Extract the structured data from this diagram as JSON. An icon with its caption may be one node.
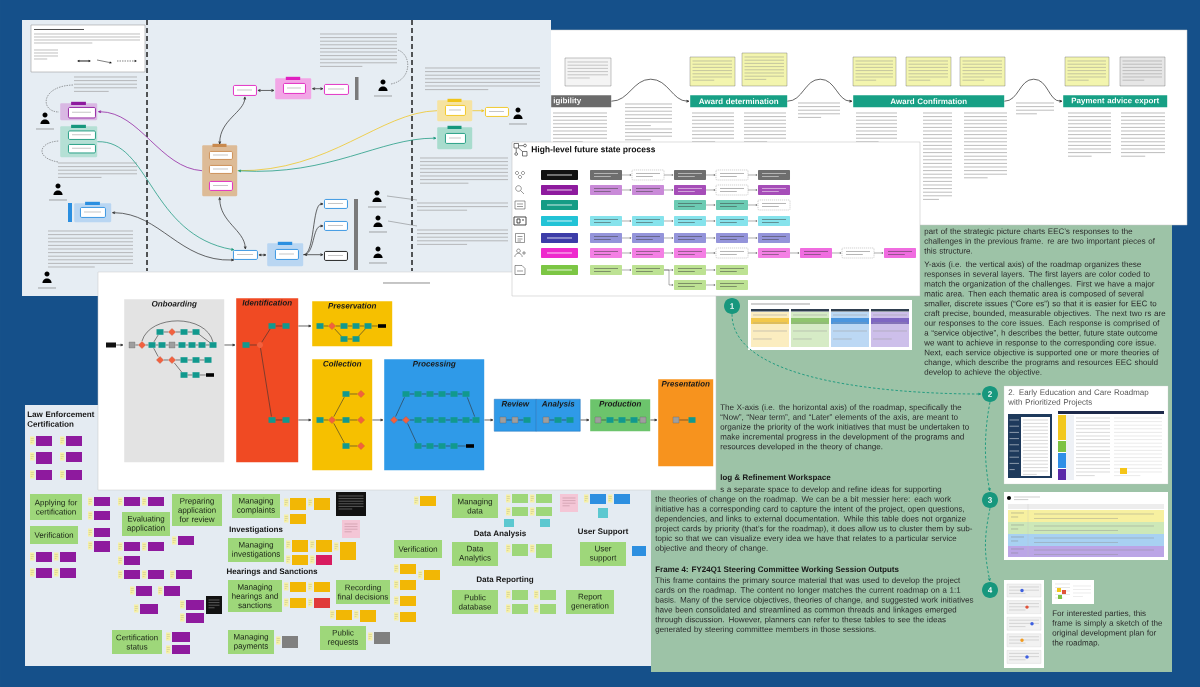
{
  "diagram": {
    "nodes": [
      {
        "text": [
          "igibility"
        ]
      },
      {
        "text": [
          "Award determination"
        ]
      },
      {
        "text": [
          "Award Confirmation"
        ]
      },
      {
        "text": [
          "Payment advice export"
        ]
      },
      {
        "text": [],
        "shape": "box"
      },
      {
        "text": [
          "Onboarding"
        ]
      },
      {
        "text": [
          "Identification"
        ]
      },
      {
        "text": [
          "Preservation"
        ]
      },
      {
        "text": [
          "Collection"
        ]
      },
      {
        "text": [
          "Processing"
        ]
      },
      {
        "text": [
          "Review"
        ]
      },
      {
        "text": [
          "Analysis"
        ]
      },
      {
        "text": [
          "Production"
        ]
      },
      {
        "text": [
          "Presentation"
        ]
      },
      {
        "text": [
          "Applying for certification"
        ]
      },
      {
        "text": [
          "Verification"
        ]
      },
      {
        "text": [
          "Preparing application for review"
        ]
      },
      {
        "text": [
          "Evaluating application"
        ]
      },
      {
        "text": [
          "Certification status"
        ]
      },
      {
        "text": [
          "Managing complaints"
        ]
      },
      {
        "text": [
          "Managing investigations"
        ]
      },
      {
        "text": [
          "Managing hearings and sanctions"
        ]
      },
      {
        "text": [
          "Recording final decisions"
        ]
      },
      {
        "text": [
          "Managing payments"
        ]
      },
      {
        "text": [
          "Public requests"
        ]
      },
      {
        "text": [
          "Verification"
        ]
      },
      {
        "text": [
          "Managing data"
        ]
      },
      {
        "text": [
          "Data Analytics"
        ]
      },
      {
        "text": [
          "Public database"
        ]
      },
      {
        "text": [
          "Report generation"
        ]
      },
      {
        "text": [
          "User support"
        ]
      },
      {
        "text": [
          "1"
        ]
      },
      {
        "text": [
          "2"
        ]
      },
      {
        "text": [
          "3"
        ]
      },
      {
        "text": [
          "4"
        ]
      },
      {
        "text": [],
        "shape": "box"
      },
      {
        "text": [],
        "shape": "box",
        "in": 35
      },
      {
        "text": [],
        "shape": "box"
      },
      {
        "text": [],
        "shape": "box",
        "in": 37
      },
      {
        "text": [],
        "shape": "box",
        "in": 37
      },
      {
        "text": [],
        "shape": "box"
      },
      {
        "text": [],
        "shape": "box",
        "in": 40
      },
      {
        "text": [],
        "shape": "box"
      },
      {
        "text": [],
        "shape": "box"
      },
      {
        "text": [],
        "shape": "box",
        "in": 43
      },
      {
        "text": [],
        "shape": "box"
      },
      {
        "text": [],
        "shape": "box"
      },
      {
        "text": [],
        "shape": "box",
        "in": 46
      },
      {
        "text": [],
        "shape": "box",
        "in": 46
      },
      {
        "text": [],
        "shape": "box",
        "in": 46
      },
      {
        "text": [],
        "shape": "box"
      },
      {
        "text": [],
        "shape": "box"
      },
      {
        "text": [],
        "shape": "box",
        "in": 51
      },
      {
        "text": [],
        "shape": "box"
      },
      {
        "text": [],
        "shape": "box"
      },
      {
        "text": [],
        "shape": "box"
      },
      {
        "text": [],
        "shape": "box"
      },
      {
        "text": [],
        "shape": "box",
        "in": 56
      },
      {
        "text": [],
        "shape": "box"
      },
      {
        "text": [],
        "shape": "box",
        "in": 58
      },
      {
        "text": [],
        "shape": "box"
      }
    ],
    "edges": [
      {
        "from": 0,
        "to": 1,
        "arrow": "to"
      },
      {
        "from": 1,
        "to": 2,
        "arrow": "to"
      },
      {
        "from": 2,
        "to": 3,
        "arrow": "to"
      },
      {
        "from": 4,
        "to": 5,
        "arrow": "to"
      },
      {
        "from": 5,
        "to": 6,
        "arrow": "to"
      },
      {
        "from": 6,
        "to": 7,
        "arrow": "to"
      },
      {
        "from": 6,
        "to": 8,
        "arrow": "to"
      },
      {
        "from": 8,
        "to": 9,
        "arrow": "to"
      },
      {
        "from": 9,
        "to": 10,
        "arrow": "to"
      },
      {
        "from": 11,
        "to": 12,
        "arrow": "to"
      },
      {
        "from": 12,
        "to": 13,
        "arrow": "to"
      },
      {
        "from": 31,
        "to": 32,
        "arrow": "to",
        "style": "dashed",
        "color": "#17977d"
      },
      {
        "from": 32,
        "to": 33,
        "arrow": "to",
        "style": "dashed",
        "color": "#17977d"
      },
      {
        "from": 33,
        "to": 34,
        "arrow": "to",
        "style": "dashed",
        "color": "#17977d"
      },
      {
        "from": 46,
        "to": 35,
        "arrow": "to",
        "color": "#8e1a9e"
      },
      {
        "from": 37,
        "to": 50,
        "arrow": "to",
        "color": "#17977d"
      },
      {
        "from": 50,
        "to": 40,
        "arrow": "both"
      },
      {
        "from": 46,
        "to": 56,
        "arrow": "none",
        "color": "#f0c419"
      },
      {
        "from": 46,
        "to": 58,
        "arrow": "both",
        "color": "#17977d"
      },
      {
        "from": 46,
        "to": 42,
        "arrow": "both"
      },
      {
        "from": 46,
        "to": 50,
        "arrow": "both"
      },
      {
        "from": 42,
        "to": 43,
        "arrow": "both"
      },
      {
        "from": 43,
        "to": 45,
        "arrow": "both"
      },
      {
        "from": 50,
        "to": 51,
        "arrow": "both"
      },
      {
        "from": 51,
        "to": 53,
        "arrow": "to"
      },
      {
        "from": 51,
        "to": 54,
        "arrow": "to"
      },
      {
        "from": 51,
        "to": 55,
        "arrow": "both"
      },
      {
        "from": 56,
        "to": 60,
        "arrow": "to",
        "color": "#f0c419"
      }
    ],
    "labels": [
      "High-level future state process",
      "part of the strategic picture charts EEC’s responses to the challenges in the previous frame. re are two important pieces of this structure.",
      "Y-axis (i.e. the vertical axis) of the roadmap organizes these responses in several layers. The first layers are color coded to match the organization of the challenges. First we have a major matic area. Then each thematic area is composed of several smaller, discrete issues (“Core es”) so that it is easier for EEC to craft precise, bounded, measurable objectives. The next two rs are our responses to the core issues. Each response is comprised of a “service objective”, h describes the better, future state outcome we want to achieve in response to the corresponding core issue. Next, each service objective is supported one or more theories of change, which describe the programs and resources EEC should develop to achieve the objective.",
      "2. Early Education and Care Roadmap with Prioritized Projects",
      "The X-axis (i.e. the horizontal axis) of the roadmap, specifically the “Now”, “Near term”, and “Later” elements of the axis, are meant to organize the priority of the work initiatives that must be undertaken to make incremental progress in the development of the programs and resources developed in the theory of change.",
      "Law Enforcement Certification",
      "log & Refinement Workspace",
      "s a separate space to develop and refine ideas for supporting the theories of change on the roadmap. We can be a bit messier here: each work initiative has a corresponding card to capture the intent of the project, open questions, dependencies, and links to external documentation. While this table does not organize project cards by priority (that’s for the roadmap), it does allow us to cluster them by sub-topic so that we can visualize every idea we have that relates to a particular service objective and theory of change.",
      "Investigations",
      "User Support",
      "Data Analysis",
      "Hearings and Sanctions",
      "Data Reporting",
      "Frame 4: FY24Q1 Steering Committee Working Session Outputs",
      "This frame contains the primary source material that was used to develop the project cards on the roadmap. The content no longer matches the current roadmap on a 1:1 basis. Many of the service objectives, theories of change, and suggested work initiatives have been consolidated and streamlined as common threads and linkages emerged through discussion. However, planners can refer to these tables to see the ideas generated by steering committee members in those sessions.",
      "For interested parties, this frame is simply a sketch of the original development plan for the roadmap."
    ]
  }
}
